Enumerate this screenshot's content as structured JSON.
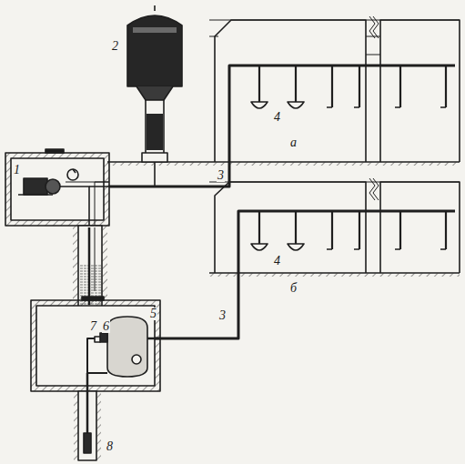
{
  "diagram": {
    "labels": [
      "1",
      "2",
      "3",
      "4",
      "а",
      "4",
      "б",
      "3",
      "7",
      "6",
      "5",
      "8"
    ]
  }
}
